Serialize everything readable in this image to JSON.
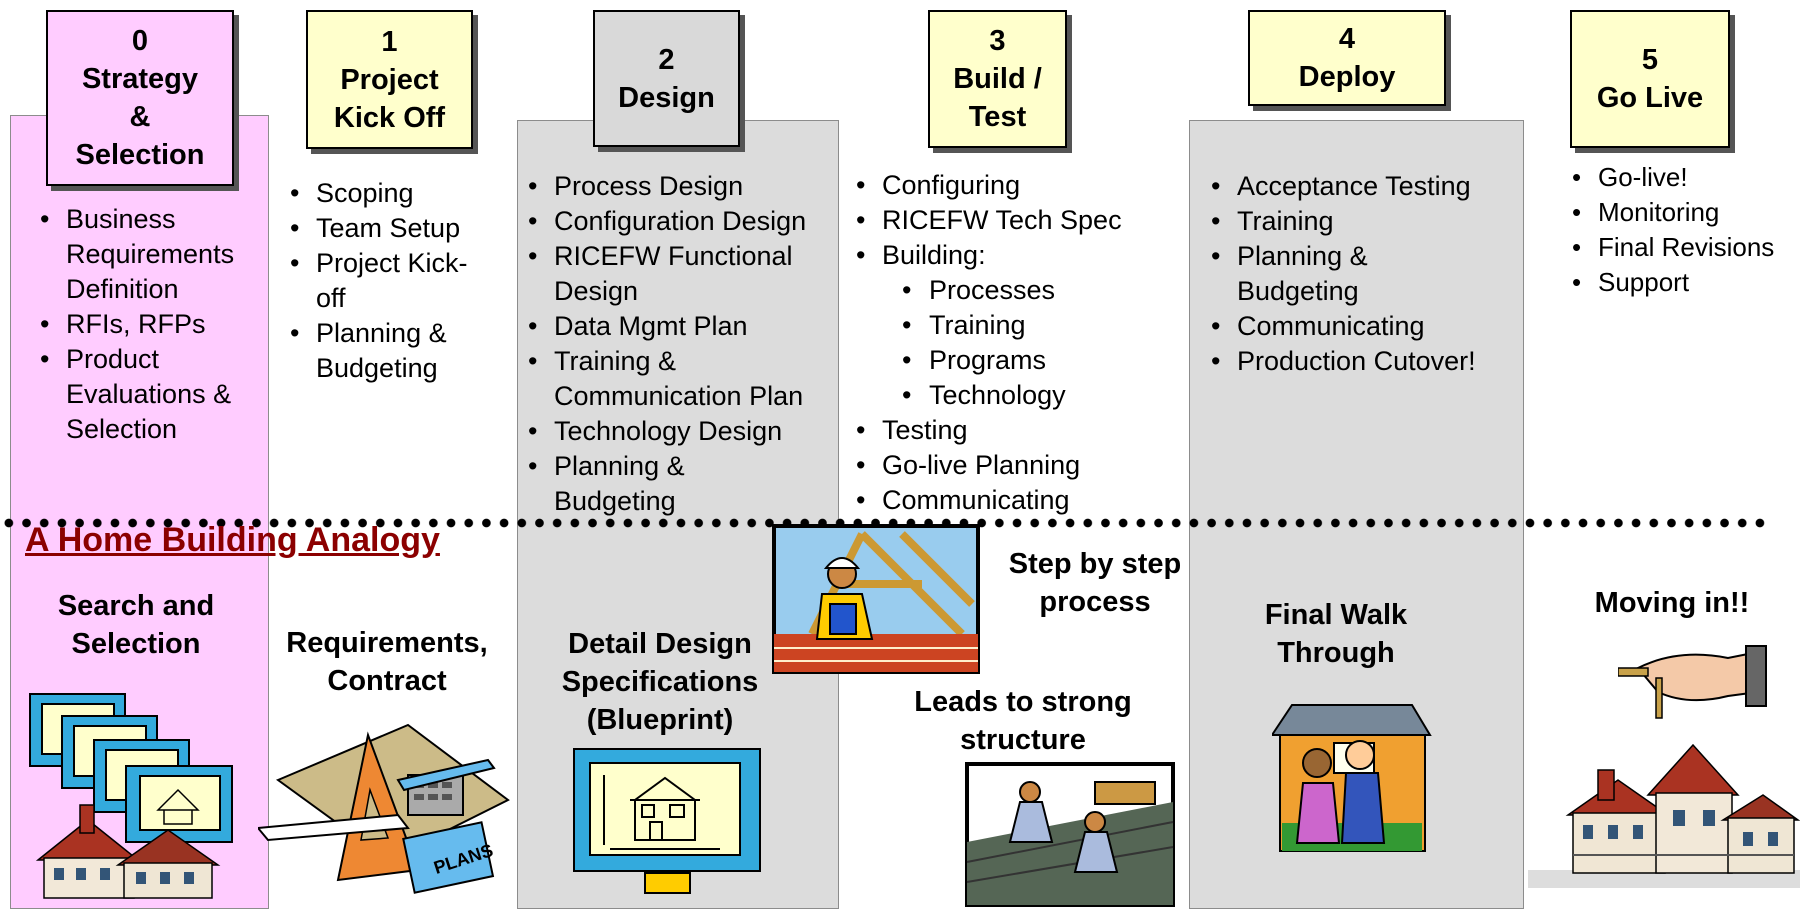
{
  "phases": [
    {
      "number": "0",
      "lines": [
        "Strategy",
        "&",
        "Selection"
      ]
    },
    {
      "number": "1",
      "lines": [
        "Project",
        "Kick Off"
      ]
    },
    {
      "number": "2",
      "lines": [
        "Design"
      ]
    },
    {
      "number": "3",
      "lines": [
        "Build /",
        "Test"
      ]
    },
    {
      "number": "4",
      "lines": [
        "Deploy"
      ]
    },
    {
      "number": "5",
      "lines": [
        "Go Live"
      ]
    }
  ],
  "phase_lists": {
    "strategy": [
      "Business",
      "Requirements",
      "Definition",
      "RFIs, RFPs",
      "Product",
      "Evaluations &",
      "Selection"
    ],
    "kickoff": [
      "Scoping",
      "Team Setup",
      "Project Kick-",
      "off",
      "Planning &",
      "Budgeting"
    ],
    "design": [
      "Process Design",
      "Configuration Design",
      "RICEFW Functional",
      "Design",
      "Data Mgmt Plan",
      "Training &",
      "Communication Plan",
      "Technology Design",
      "Planning &",
      "Budgeting"
    ],
    "build": [
      "Configuring",
      "RICEFW Tech Spec",
      "Building:",
      "Processes",
      "Training",
      "Programs",
      "Technology",
      "Testing",
      "Go-live Planning",
      "Communicating"
    ],
    "deploy": [
      "Acceptance Testing",
      "Training",
      "Planning &",
      "Budgeting",
      "Communicating",
      "Production Cutover!"
    ],
    "golive": [
      "Go-live!",
      "Monitoring",
      "Final Revisions",
      "Support"
    ]
  },
  "analogy": {
    "title": "A Home Building Analogy",
    "search": [
      "Search and",
      "Selection"
    ],
    "requirements": [
      "Requirements,",
      "Contract"
    ],
    "design": [
      "Detail Design",
      "Specifications",
      "(Blueprint)"
    ],
    "step": [
      "Step by step",
      "process"
    ],
    "leads": [
      "Leads to strong",
      "structure"
    ],
    "walk": [
      "Final Walk",
      "Through"
    ],
    "moving": [
      "Moving in!!"
    ]
  },
  "colors": {
    "strategy_bg": "#ffccff",
    "phase_box": "#ffffcc",
    "column_gray": "#dcdcdc",
    "analogy_title": "#8b0000"
  }
}
